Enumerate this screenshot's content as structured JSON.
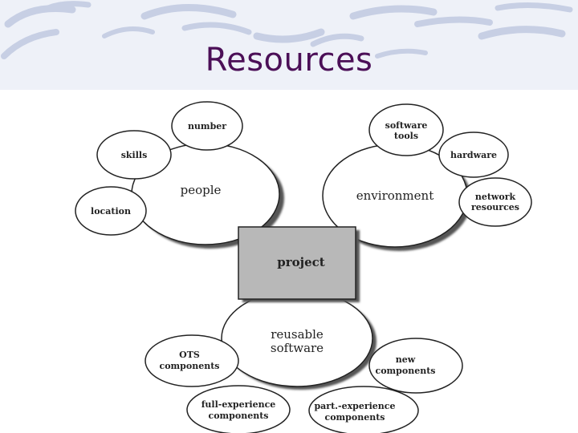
{
  "slide": {
    "title": "Resources"
  },
  "diagram": {
    "center": "project",
    "groups": [
      {
        "name": "people",
        "satellites": [
          "number",
          "skills",
          "location"
        ]
      },
      {
        "name": "environment",
        "satellites": [
          "software tools",
          "hardware",
          "network resources"
        ]
      },
      {
        "name": "reusable software",
        "satellites": [
          "OTS components",
          "new components",
          "full-experience components",
          "part.-experience components"
        ]
      }
    ]
  },
  "colors": {
    "title": "#4b0f57",
    "header_swoosh": "#c7cfe4",
    "header_background": "#eef1f8",
    "project_box": "#b8b8b8",
    "shadow": "#555555"
  }
}
